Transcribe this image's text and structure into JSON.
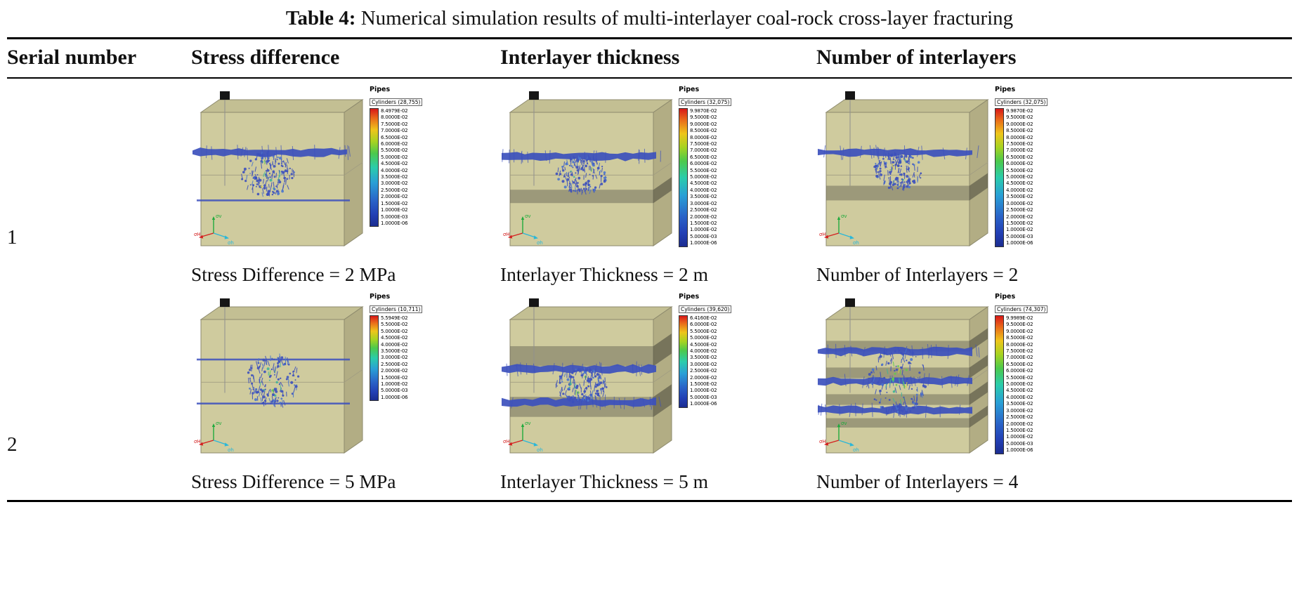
{
  "title": {
    "label": "Table 4:",
    "text": " Numerical simulation results of multi-interlayer coal-rock cross-layer fracturing"
  },
  "columns": [
    "Serial number",
    "Stress difference",
    "Interlayer thickness",
    "Number of interlayers"
  ],
  "legend_title": "Pipes",
  "axes": {
    "H": "σH",
    "v": "σv",
    "h": "σh"
  },
  "figure_colors": {
    "face": "#cfcb9e",
    "top": "#c3bf93",
    "side": "#b2ad84",
    "band": "#55544a",
    "fracture": "#3c50bd",
    "edge": "#8d8a6d"
  },
  "rows": [
    {
      "serial": "1",
      "cells": [
        {
          "caption": "Stress Difference = 2 MPa",
          "legend_subtitle": "Cylinders (28,755)",
          "legend_values": [
            "8.4979E-02",
            "8.0000E-02",
            "7.5000E-02",
            "7.0000E-02",
            "6.5000E-02",
            "6.0000E-02",
            "5.5000E-02",
            "5.0000E-02",
            "4.5000E-02",
            "4.0000E-02",
            "3.5000E-02",
            "3.0000E-02",
            "2.5000E-02",
            "2.0000E-02",
            "1.5000E-02",
            "1.0000E-02",
            "5.0000E-03",
            "1.0000E-06"
          ],
          "figure": {
            "bands": [],
            "ribbons": [
              0.3
            ],
            "lines": [
              0.66
            ],
            "cluster": {
              "y0": 0.31,
              "y1": 0.62,
              "cx": 0.47,
              "w": 0.16,
              "seed": 7,
              "hot": false
            }
          }
        },
        {
          "caption": "Interlayer Thickness = 2 m",
          "legend_subtitle": "Cylinders (32,075)",
          "legend_values": [
            "9.9870E-02",
            "9.5000E-02",
            "9.0000E-02",
            "8.5000E-02",
            "8.0000E-02",
            "7.5000E-02",
            "7.0000E-02",
            "6.5000E-02",
            "6.0000E-02",
            "5.5000E-02",
            "5.0000E-02",
            "4.5000E-02",
            "4.0000E-02",
            "3.5000E-02",
            "3.0000E-02",
            "2.5000E-02",
            "2.0000E-02",
            "1.5000E-02",
            "1.0000E-02",
            "5.0000E-03",
            "1.0000E-06"
          ],
          "figure": {
            "bands": [
              [
                0.58,
                0.1
              ]
            ],
            "ribbons": [
              0.33
            ],
            "lines": [],
            "cluster": {
              "y0": 0.34,
              "y1": 0.6,
              "cx": 0.5,
              "w": 0.15,
              "seed": 11,
              "hot": false
            }
          }
        },
        {
          "caption": "Number of Interlayers = 2",
          "legend_subtitle": "Cylinders (32,075)",
          "legend_values": [
            "9.9870E-02",
            "9.5000E-02",
            "9.0000E-02",
            "8.5000E-02",
            "8.0000E-02",
            "7.5000E-02",
            "7.0000E-02",
            "6.5000E-02",
            "6.0000E-02",
            "5.5000E-02",
            "5.0000E-02",
            "4.5000E-02",
            "4.0000E-02",
            "3.5000E-02",
            "3.0000E-02",
            "2.5000E-02",
            "2.0000E-02",
            "1.5000E-02",
            "1.0000E-02",
            "5.0000E-03",
            "1.0000E-06"
          ],
          "figure": {
            "bands": [
              [
                0.55,
                0.11
              ]
            ],
            "ribbons": [
              0.3
            ],
            "lines": [],
            "cluster": {
              "y0": 0.31,
              "y1": 0.57,
              "cx": 0.5,
              "w": 0.15,
              "seed": 13,
              "hot": false
            }
          }
        }
      ]
    },
    {
      "serial": "2",
      "cells": [
        {
          "caption": "Stress Difference = 5 MPa",
          "legend_subtitle": "Cylinders (10,711)",
          "legend_values": [
            "5.5949E-02",
            "5.5000E-02",
            "5.0000E-02",
            "4.5000E-02",
            "4.0000E-02",
            "3.5000E-02",
            "3.0000E-02",
            "2.5000E-02",
            "2.0000E-02",
            "1.5000E-02",
            "1.0000E-02",
            "5.0000E-03",
            "1.0000E-06"
          ],
          "figure": {
            "bands": [],
            "ribbons": [],
            "lines": [
              0.3,
              0.63
            ],
            "cluster": {
              "y0": 0.28,
              "y1": 0.64,
              "cx": 0.5,
              "w": 0.17,
              "seed": 17,
              "hot": false
            }
          }
        },
        {
          "caption": "Interlayer Thickness = 5 m",
          "legend_subtitle": "Cylinders (39,620)",
          "legend_values": [
            "6.4160E-02",
            "6.0000E-02",
            "5.5000E-02",
            "5.0000E-02",
            "4.5000E-02",
            "4.0000E-02",
            "3.5000E-02",
            "3.0000E-02",
            "2.5000E-02",
            "2.0000E-02",
            "1.5000E-02",
            "1.0000E-02",
            "5.0000E-03",
            "1.0000E-06"
          ],
          "figure": {
            "bands": [
              [
                0.2,
                0.15
              ],
              [
                0.58,
                0.15
              ]
            ],
            "ribbons": [
              0.37,
              0.62
            ],
            "lines": [],
            "cluster": {
              "y0": 0.37,
              "y1": 0.62,
              "cx": 0.5,
              "w": 0.16,
              "seed": 19,
              "hot": false
            }
          }
        },
        {
          "caption": "Number of Interlayers = 4",
          "legend_subtitle": "Cylinders (74,307)",
          "legend_values": [
            "9.9989E-02",
            "9.5000E-02",
            "9.0000E-02",
            "8.5000E-02",
            "8.0000E-02",
            "7.5000E-02",
            "7.0000E-02",
            "6.5000E-02",
            "6.0000E-02",
            "5.5000E-02",
            "5.0000E-02",
            "4.5000E-02",
            "4.0000E-02",
            "3.5000E-02",
            "3.0000E-02",
            "2.5000E-02",
            "2.0000E-02",
            "1.5000E-02",
            "1.0000E-02",
            "5.0000E-03",
            "1.0000E-06"
          ],
          "figure": {
            "bands": [
              [
                0.16,
                0.08
              ],
              [
                0.36,
                0.08
              ],
              [
                0.56,
                0.08
              ],
              [
                0.74,
                0.07
              ]
            ],
            "ribbons": [
              0.24,
              0.46,
              0.68
            ],
            "lines": [],
            "cluster": {
              "y0": 0.22,
              "y1": 0.7,
              "cx": 0.5,
              "w": 0.18,
              "seed": 23,
              "hot": true
            }
          }
        }
      ]
    }
  ]
}
